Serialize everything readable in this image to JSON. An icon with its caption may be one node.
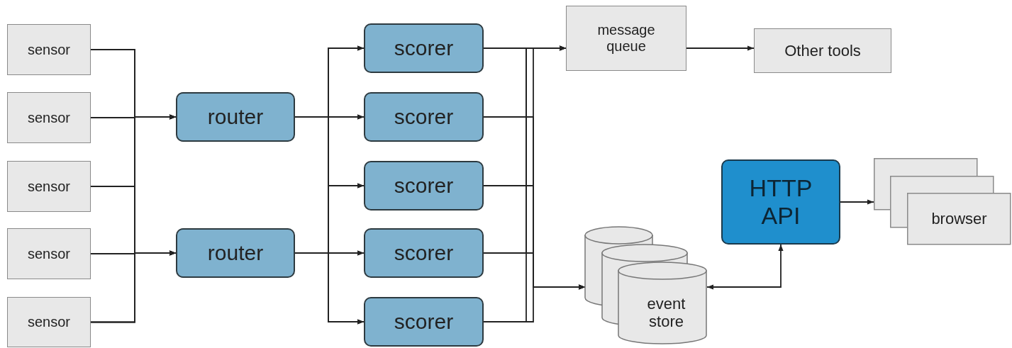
{
  "diagram": {
    "nodes": [
      {
        "text": [
          "sensor"
        ]
      },
      {
        "text": [
          "sensor"
        ]
      },
      {
        "text": [
          "sensor"
        ]
      },
      {
        "text": [
          "sensor"
        ]
      },
      {
        "text": [
          "sensor"
        ]
      },
      {
        "text": [
          "router"
        ]
      },
      {
        "text": [
          "router"
        ]
      },
      {
        "text": [
          "scorer"
        ]
      },
      {
        "text": [
          "scorer"
        ]
      },
      {
        "text": [
          "scorer"
        ]
      },
      {
        "text": [
          "scorer"
        ]
      },
      {
        "text": [
          "scorer"
        ]
      },
      {
        "text": [
          "message queue"
        ]
      },
      {
        "text": [
          "Other tools"
        ]
      },
      {
        "text": [
          "HTTP API"
        ]
      },
      {
        "text": [
          "browser"
        ]
      },
      {
        "text": [
          "event store"
        ]
      }
    ],
    "edges": [
      {
        "from": 0,
        "to": 5,
        "arrow": "to"
      },
      {
        "from": 1,
        "to": 5,
        "arrow": "to"
      },
      {
        "from": 2,
        "to": 5,
        "arrow": "to"
      },
      {
        "from": 3,
        "to": 5,
        "arrow": "to"
      },
      {
        "from": 4,
        "to": 5,
        "arrow": "to"
      },
      {
        "from": 0,
        "to": 6,
        "arrow": "to"
      },
      {
        "from": 1,
        "to": 6,
        "arrow": "to"
      },
      {
        "from": 2,
        "to": 6,
        "arrow": "to"
      },
      {
        "from": 3,
        "to": 6,
        "arrow": "to"
      },
      {
        "from": 4,
        "to": 6,
        "arrow": "to"
      },
      {
        "from": 5,
        "to": 7,
        "arrow": "to"
      },
      {
        "from": 5,
        "to": 8,
        "arrow": "to"
      },
      {
        "from": 5,
        "to": 9,
        "arrow": "to"
      },
      {
        "from": 5,
        "to": 10,
        "arrow": "to"
      },
      {
        "from": 5,
        "to": 11,
        "arrow": "to"
      },
      {
        "from": 6,
        "to": 7,
        "arrow": "to"
      },
      {
        "from": 6,
        "to": 8,
        "arrow": "to"
      },
      {
        "from": 6,
        "to": 9,
        "arrow": "to"
      },
      {
        "from": 6,
        "to": 10,
        "arrow": "to"
      },
      {
        "from": 6,
        "to": 11,
        "arrow": "to"
      },
      {
        "from": 7,
        "to": 12,
        "arrow": "to"
      },
      {
        "from": 8,
        "to": 12,
        "arrow": "to"
      },
      {
        "from": 9,
        "to": 12,
        "arrow": "to"
      },
      {
        "from": 10,
        "to": 12,
        "arrow": "to"
      },
      {
        "from": 11,
        "to": 12,
        "arrow": "to"
      },
      {
        "from": 7,
        "to": 16,
        "arrow": "to"
      },
      {
        "from": 8,
        "to": 16,
        "arrow": "to"
      },
      {
        "from": 9,
        "to": 16,
        "arrow": "to"
      },
      {
        "from": 10,
        "to": 16,
        "arrow": "to"
      },
      {
        "from": 11,
        "to": 16,
        "arrow": "to"
      },
      {
        "from": 12,
        "to": 13,
        "arrow": "to"
      },
      {
        "from": 16,
        "to": 14,
        "arrow": "both"
      },
      {
        "from": 14,
        "to": 15,
        "arrow": "to"
      }
    ]
  }
}
